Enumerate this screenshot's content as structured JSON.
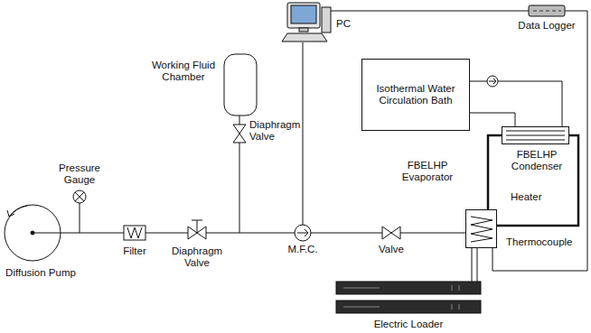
{
  "diagram": {
    "nodes": [
      {
        "text": [
          "Isothermal Water Circulation Bath"
        ]
      },
      {
        "text": [
          "FBELHP Condenser"
        ]
      },
      {
        "text": [
          "FBELHP Evaporator"
        ]
      }
    ],
    "edges": [
      {
        "from": 0,
        "to": 1,
        "arrow": "none"
      },
      {
        "from": 0,
        "to": 1,
        "arrow": "none"
      },
      {
        "from": 1,
        "to": 2,
        "arrow": "none"
      },
      {
        "from": 1,
        "to": 2,
        "arrow": "none"
      }
    ],
    "labels": [
      "PC",
      "Data Logger",
      "Working Fluid Chamber",
      "Diaphragm Valve",
      "Pressure Gauge",
      "Diffusion Pump",
      "Filter",
      "Diaphragm Valve",
      "M.F.C.",
      "Valve",
      "Heater",
      "Thermocouple",
      "Electric Loader"
    ]
  }
}
